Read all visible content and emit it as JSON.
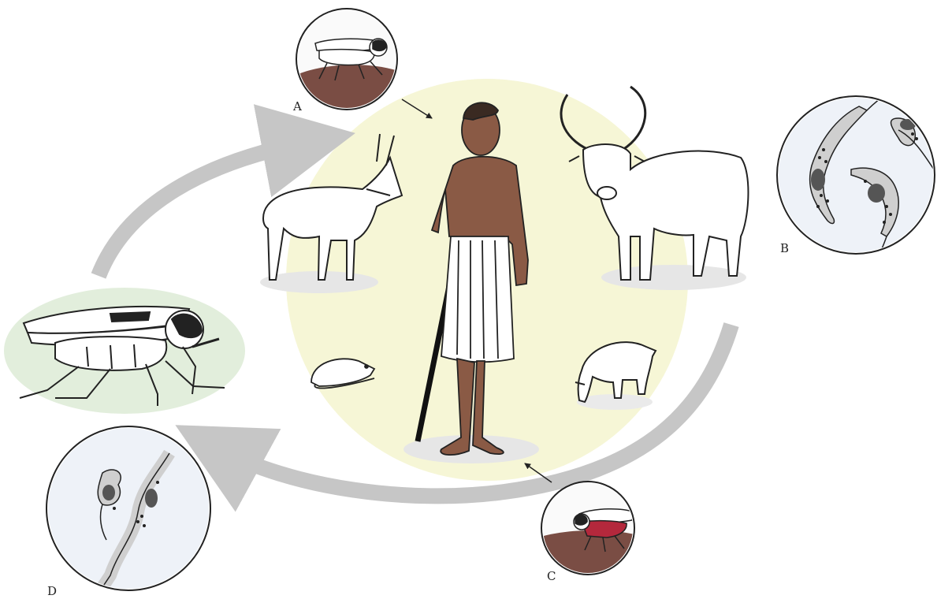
{
  "labels": {
    "a": "A",
    "b": "B",
    "c": "C",
    "d": "D"
  },
  "colors": {
    "background": "#ffffff",
    "center_circle": "#f6f6d6",
    "tsetse_oval": "#e2eedc",
    "cycle_arrow": "#c6c6c6",
    "skin": "#8a5a45",
    "blood": "#7a4d44",
    "blood_red": "#b4283c",
    "ground_shadow": "#e6e6e6",
    "ink": "#222222",
    "micro_bg": "#eef2f8"
  },
  "icons": [
    "tsetse-fly",
    "human-herdsman",
    "antelope",
    "cattle",
    "rat",
    "warthog",
    "trypanosome"
  ]
}
